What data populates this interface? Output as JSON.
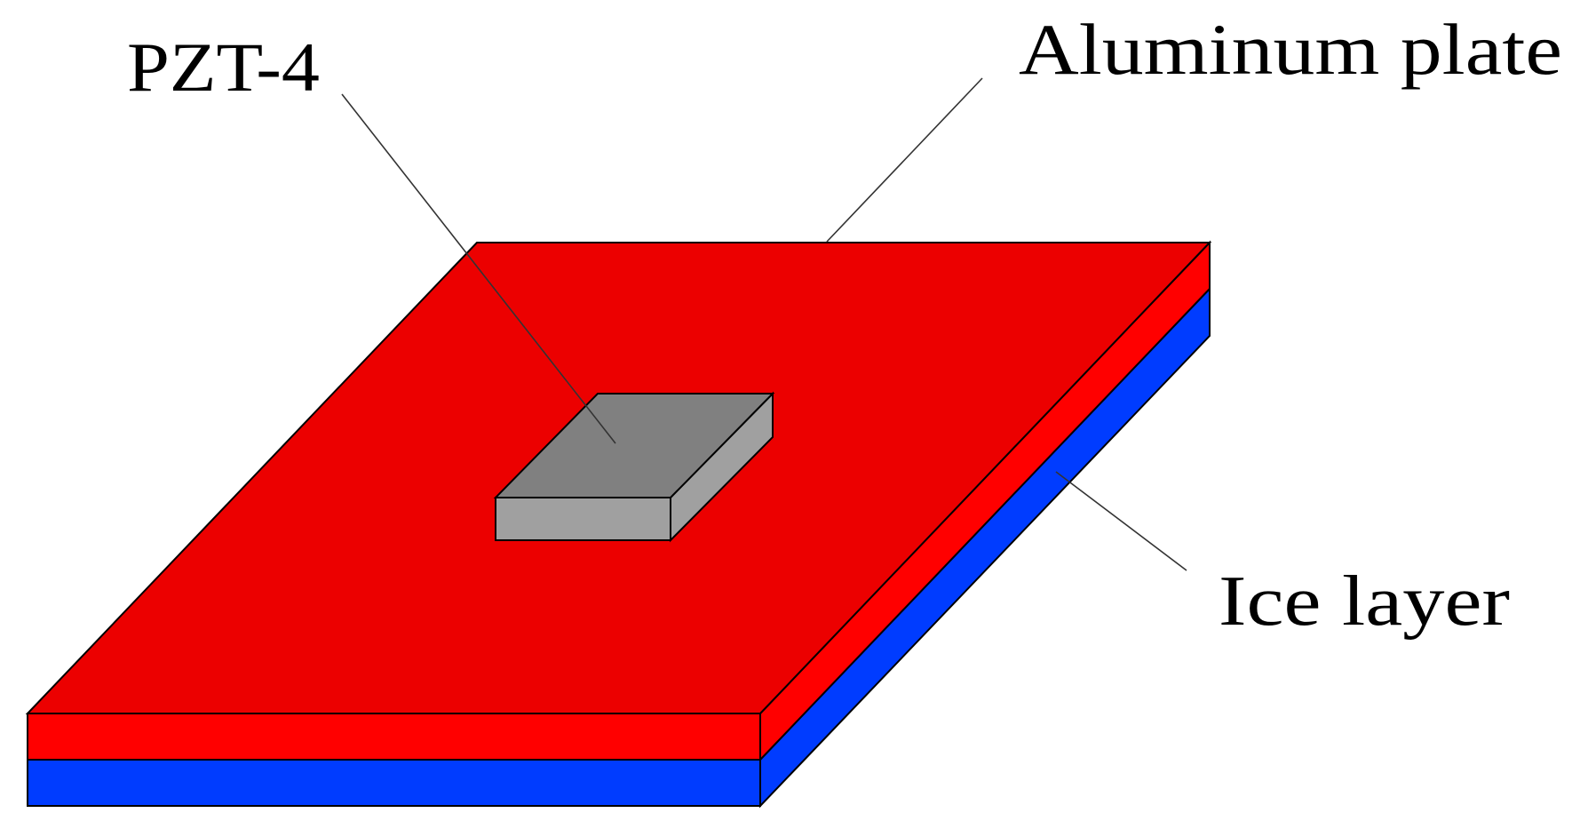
{
  "diagram": {
    "type": "3D schematic of layered plate with sensor",
    "labels": {
      "pzt": "PZT-4",
      "aluminum": "Aluminum plate",
      "ice": "Ice layer"
    },
    "colors": {
      "aluminum_top": "#EC0000",
      "aluminum_side": "#FF0000",
      "ice": "#003CFF",
      "pzt_top": "#808080",
      "pzt_side": "#A0A0A0",
      "outline": "#000000",
      "leader": "#333333",
      "background": "#FFFFFF"
    }
  }
}
